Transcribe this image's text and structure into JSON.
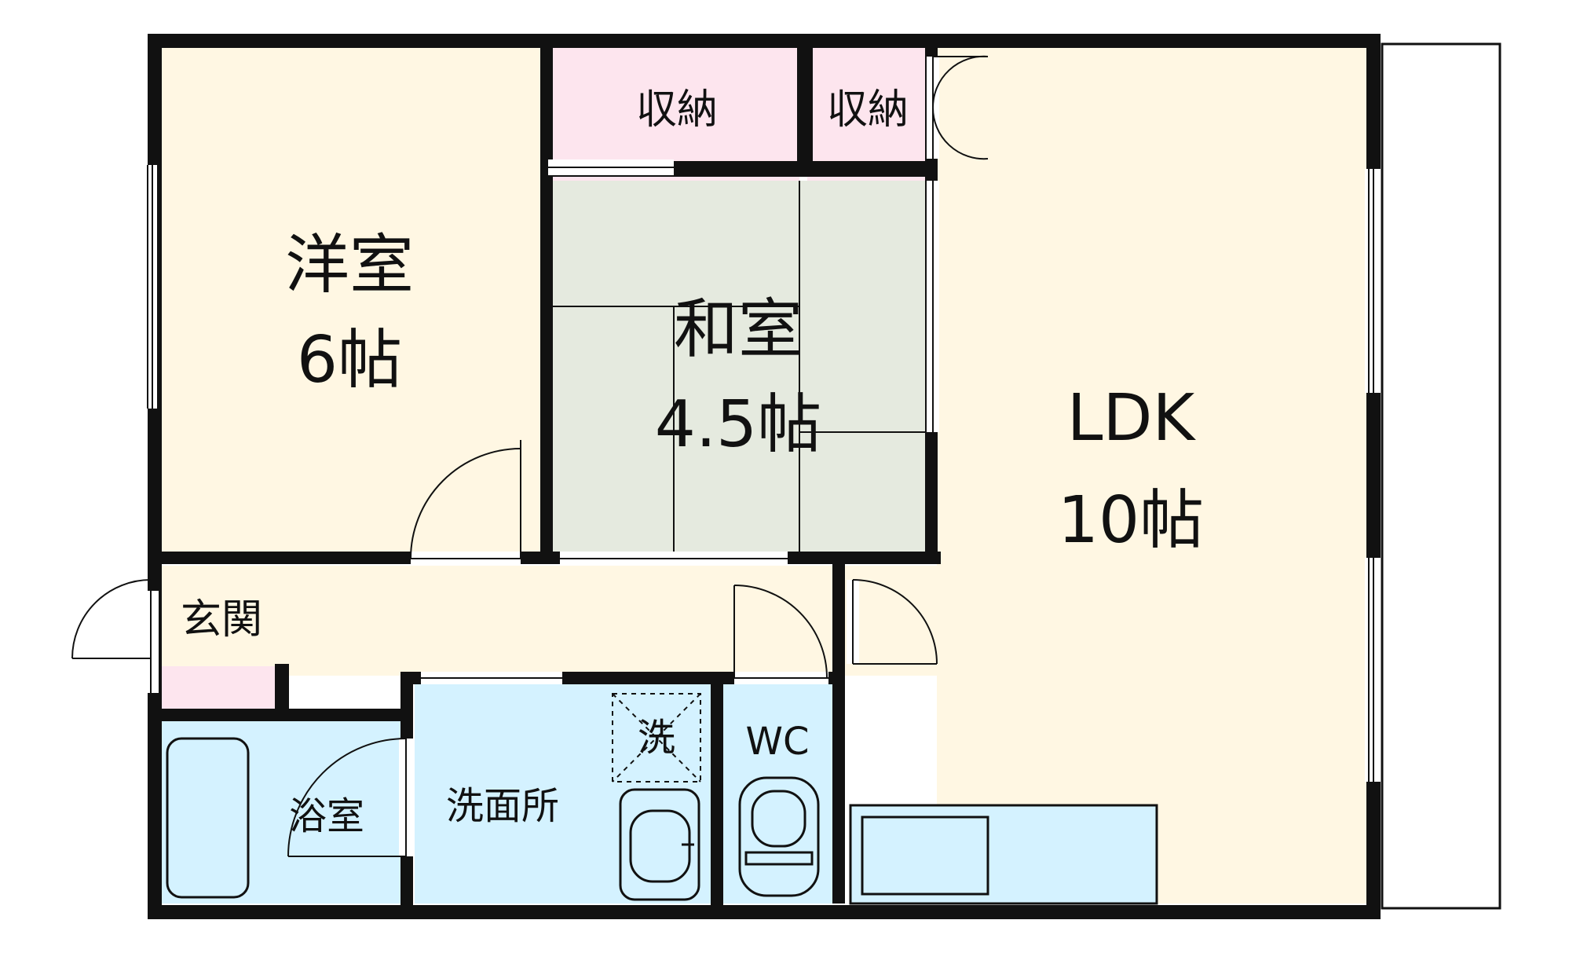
{
  "floor_plan": {
    "rooms": {
      "western_room": {
        "name": "洋室",
        "size": "6帖"
      },
      "japanese_room": {
        "name": "和室",
        "size": "4.5帖"
      },
      "ldk": {
        "name": "LDK",
        "size": "10帖"
      },
      "storage_1": "収納",
      "storage_2": "収納",
      "entrance": "玄関",
      "bathroom": "浴室",
      "washroom": "洗面所",
      "laundry": "洗",
      "toilet": "WC"
    },
    "colors": {
      "wood_floor": "#fff7e3",
      "tatami": "#e5eadf",
      "storage": "#fde5ee",
      "water_room": "#d4f2ff",
      "wall": "#111111",
      "line": "#111111",
      "background": "#ffffff"
    }
  }
}
